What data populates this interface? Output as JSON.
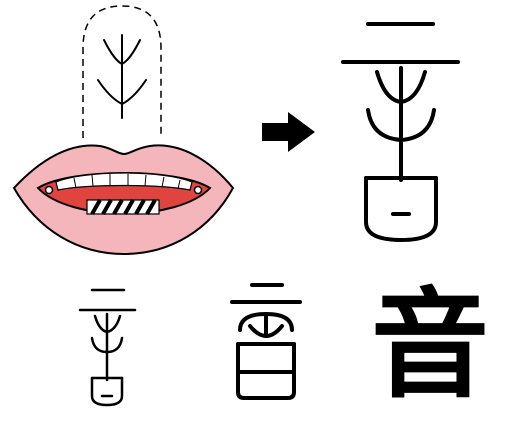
{
  "figure": {
    "modern_character": "音",
    "stages": [
      {
        "id": "mouth-diagram"
      },
      {
        "id": "oracle-bone-form"
      },
      {
        "id": "bronze-small-form"
      },
      {
        "id": "seal-script-form"
      },
      {
        "id": "modern-form"
      }
    ],
    "colors": {
      "lip_fill": "#f4b6bb",
      "lip_outline": "#000000",
      "mouth_inner": "#e0443e",
      "teeth": "#ffffff",
      "stroke": "#000000"
    }
  }
}
